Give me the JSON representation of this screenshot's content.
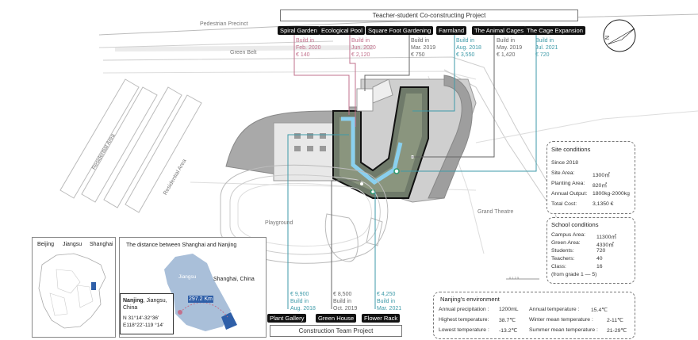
{
  "header": {
    "project_top": "Teacher-student Co-constructing Project",
    "project_bottom": "Construction Team Project"
  },
  "labels": {
    "pedestrian": "Pedestrian Precinct",
    "green_belt": "Green Belt",
    "residential_1": "Residential Area",
    "residential_2": "Residential Area",
    "playground": "Playground",
    "grand_theatre": "Grand Theatre",
    "north": "N",
    "scale": "0  1  2     5"
  },
  "colors": {
    "pink": "#c2708c",
    "teal": "#3d9aa8",
    "gray": "#666666"
  },
  "top_items": [
    {
      "name": "Spiral Garden",
      "build_label": "Build in",
      "date": "Feb. 2020",
      "cost": "€ 140"
    },
    {
      "name": "Ecological Pool",
      "build_label": "Build in",
      "date": "Jun. 2020",
      "cost": "€ 2,120"
    },
    {
      "name": "Square Foot Gardening",
      "build_label": "Build in",
      "date": "Mar. 2019",
      "cost": "€ 750"
    },
    {
      "name": "Farmland",
      "build_label": "Build in",
      "date": "Aug. 2018",
      "cost": "€ 3,550"
    },
    {
      "name": "The Animal Cages",
      "build_label": "Build in",
      "date": "May. 2019",
      "cost": "€ 1,420"
    },
    {
      "name": "The Cage Expansion",
      "build_label": "Build in",
      "date": "Jul. 2021",
      "cost": "€ 720"
    }
  ],
  "bottom_items": [
    {
      "name": "Plant Gallery",
      "build_label": "Build in",
      "date": "Aug. 2018",
      "cost": "€ 9,900"
    },
    {
      "name": "Green House",
      "build_label": "Build in",
      "date": "Oct. 2019",
      "cost": "€ 8,500"
    },
    {
      "name": "Flower Rack",
      "build_label": "Build in",
      "date": "Mar. 2021",
      "cost": "€ 4,250"
    }
  ],
  "site": {
    "title": "Site conditions",
    "rows": [
      {
        "k": "Since 2018",
        "v": ""
      },
      {
        "k": "Site Area:",
        "v": "1300㎡"
      },
      {
        "k": "Planting Area:",
        "v": "820㎡"
      },
      {
        "k": "Annual Output:",
        "v": "1800kg-2000kg"
      },
      {
        "k": "Total Cost:",
        "v": "3,1350 €"
      }
    ]
  },
  "school": {
    "title": "School conditions",
    "rows": [
      {
        "k": "Campus Area:",
        "v": "11300㎡"
      },
      {
        "k": "Green Area:",
        "v": "4330㎡"
      },
      {
        "k": "Students:",
        "v": "720"
      },
      {
        "k": "Teachers:",
        "v": "40"
      },
      {
        "k": "Class:",
        "v": "16"
      },
      {
        "k": "(from  grade 1 — 5)",
        "v": ""
      }
    ]
  },
  "env": {
    "title": "Nanjing's environment",
    "rows": [
      {
        "k": "Annual precipitation :",
        "v": "1200mL",
        "k2": "Annual temperature :",
        "v2": "15.4℃"
      },
      {
        "k": "Highest temperature:",
        "v": "38.7℃",
        "k2": "Winter mean temperature :",
        "v2": "2-11℃"
      },
      {
        "k": "Lowest temperature :",
        "v": "-13.2℃",
        "k2": "Summer mean temperature :",
        "v2": "21-29℃"
      }
    ]
  },
  "inset": {
    "provinces": [
      "Beijing",
      "Jiangsu",
      "Shanghai"
    ],
    "title": "The distance between Shanghai and Nanjing",
    "jiangsu": "Jiangsu",
    "shanghai": "Shanghai, China",
    "distance": "297.2 Km",
    "nanjing": "Nanjing",
    "nanjing_suffix": ", Jiangsu,",
    "china": "China",
    "coord1": "N 31°14'-32°36'",
    "coord2": "E118°22'-119 °14'"
  }
}
